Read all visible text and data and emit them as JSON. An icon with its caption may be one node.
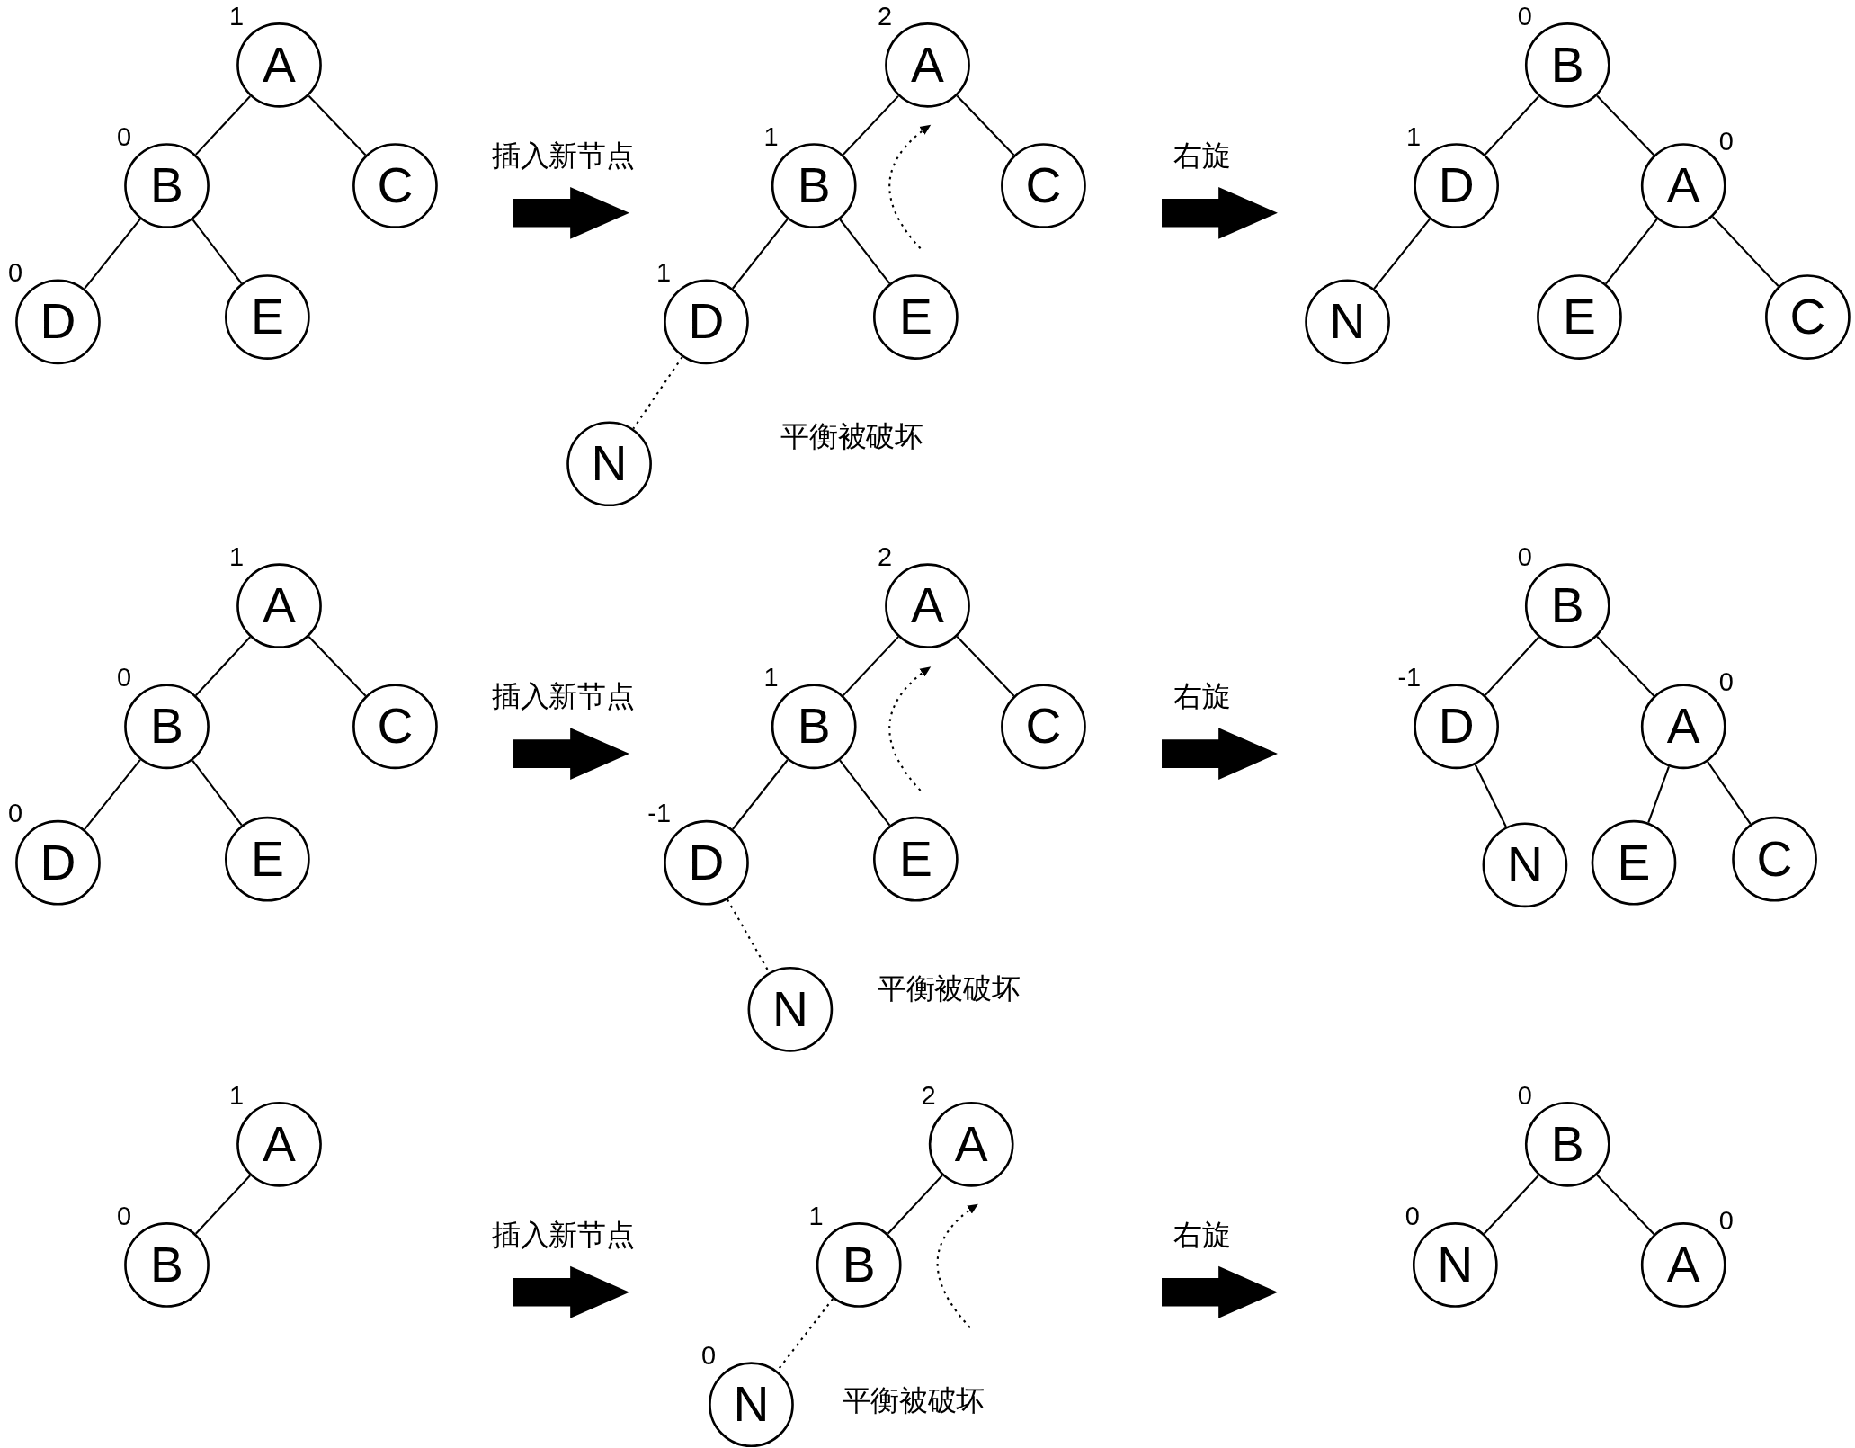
{
  "diagram": {
    "nodes": [
      {
        "text": [
          "A"
        ],
        "beside": [
          "1"
        ]
      },
      {
        "text": [
          "B"
        ],
        "beside": [
          "0"
        ]
      },
      {
        "text": [
          "C"
        ]
      },
      {
        "text": [
          "D"
        ],
        "beside": [
          "0"
        ]
      },
      {
        "text": [
          "E"
        ]
      },
      {
        "text": [
          "A"
        ],
        "beside": [
          "2"
        ]
      },
      {
        "text": [
          "B"
        ],
        "beside": [
          "1"
        ]
      },
      {
        "text": [
          "C"
        ]
      },
      {
        "text": [
          "D"
        ],
        "beside": [
          "1"
        ]
      },
      {
        "text": [
          "E"
        ]
      },
      {
        "text": [
          "N"
        ]
      },
      {
        "text": [
          "B"
        ],
        "beside": [
          "0"
        ]
      },
      {
        "text": [
          "D"
        ],
        "beside": [
          "1"
        ]
      },
      {
        "text": [
          "A"
        ],
        "beside": [
          "0"
        ]
      },
      {
        "text": [
          "N"
        ]
      },
      {
        "text": [
          "E"
        ]
      },
      {
        "text": [
          "C"
        ]
      },
      {
        "text": [
          "A"
        ],
        "beside": [
          "1"
        ]
      },
      {
        "text": [
          "B"
        ],
        "beside": [
          "0"
        ]
      },
      {
        "text": [
          "C"
        ]
      },
      {
        "text": [
          "D"
        ],
        "beside": [
          "0"
        ]
      },
      {
        "text": [
          "E"
        ]
      },
      {
        "text": [
          "A"
        ],
        "beside": [
          "2"
        ]
      },
      {
        "text": [
          "B"
        ],
        "beside": [
          "1"
        ]
      },
      {
        "text": [
          "C"
        ]
      },
      {
        "text": [
          "D"
        ],
        "beside": [
          "-1"
        ]
      },
      {
        "text": [
          "E"
        ]
      },
      {
        "text": [
          "N"
        ]
      },
      {
        "text": [
          "B"
        ],
        "beside": [
          "0"
        ]
      },
      {
        "text": [
          "D"
        ],
        "beside": [
          "-1"
        ]
      },
      {
        "text": [
          "A"
        ],
        "beside": [
          "0"
        ]
      },
      {
        "text": [
          "N"
        ]
      },
      {
        "text": [
          "E"
        ]
      },
      {
        "text": [
          "C"
        ]
      },
      {
        "text": [
          "A"
        ],
        "beside": [
          "1"
        ]
      },
      {
        "text": [
          "B"
        ],
        "beside": [
          "0"
        ]
      },
      {
        "text": [
          "A"
        ],
        "beside": [
          "2"
        ]
      },
      {
        "text": [
          "B"
        ],
        "beside": [
          "1"
        ]
      },
      {
        "text": [
          "N"
        ],
        "beside": [
          "0"
        ]
      },
      {
        "text": [
          "B"
        ],
        "beside": [
          "0"
        ]
      },
      {
        "text": [
          "N"
        ],
        "beside": [
          "0"
        ]
      },
      {
        "text": [
          "A"
        ],
        "beside": [
          "0"
        ]
      }
    ],
    "edges": [
      {
        "from": 0,
        "to": 1,
        "arrow": "none"
      },
      {
        "from": 0,
        "to": 2,
        "arrow": "none"
      },
      {
        "from": 1,
        "to": 3,
        "arrow": "none"
      },
      {
        "from": 1,
        "to": 4,
        "arrow": "none"
      },
      {
        "from": 5,
        "to": 6,
        "arrow": "none"
      },
      {
        "from": 5,
        "to": 7,
        "arrow": "none"
      },
      {
        "from": 6,
        "to": 8,
        "arrow": "none"
      },
      {
        "from": 6,
        "to": 9,
        "arrow": "none"
      },
      {
        "from": 8,
        "to": 10,
        "arrow": "none",
        "style": "dashed"
      },
      {
        "from": 11,
        "to": 12,
        "arrow": "none"
      },
      {
        "from": 11,
        "to": 13,
        "arrow": "none"
      },
      {
        "from": 12,
        "to": 14,
        "arrow": "none"
      },
      {
        "from": 13,
        "to": 15,
        "arrow": "none"
      },
      {
        "from": 13,
        "to": 16,
        "arrow": "none"
      },
      {
        "from": 17,
        "to": 18,
        "arrow": "none"
      },
      {
        "from": 17,
        "to": 19,
        "arrow": "none"
      },
      {
        "from": 18,
        "to": 20,
        "arrow": "none"
      },
      {
        "from": 18,
        "to": 21,
        "arrow": "none"
      },
      {
        "from": 22,
        "to": 23,
        "arrow": "none"
      },
      {
        "from": 22,
        "to": 24,
        "arrow": "none"
      },
      {
        "from": 23,
        "to": 25,
        "arrow": "none"
      },
      {
        "from": 23,
        "to": 26,
        "arrow": "none"
      },
      {
        "from": 25,
        "to": 27,
        "arrow": "none",
        "style": "dashed"
      },
      {
        "from": 28,
        "to": 29,
        "arrow": "none"
      },
      {
        "from": 28,
        "to": 30,
        "arrow": "none"
      },
      {
        "from": 29,
        "to": 31,
        "arrow": "none"
      },
      {
        "from": 30,
        "to": 32,
        "arrow": "none"
      },
      {
        "from": 30,
        "to": 33,
        "arrow": "none"
      },
      {
        "from": 34,
        "to": 35,
        "arrow": "none"
      },
      {
        "from": 36,
        "to": 37,
        "arrow": "none"
      },
      {
        "from": 37,
        "to": 38,
        "arrow": "none",
        "style": "dashed"
      },
      {
        "from": 39,
        "to": 40,
        "arrow": "none"
      },
      {
        "from": 39,
        "to": 41,
        "arrow": "none"
      }
    ],
    "labels": [
      "插入新节点",
      "右旋",
      "平衡被破坏",
      "插入新节点",
      "右旋",
      "平衡被破坏",
      "插入新节点",
      "右旋",
      "平衡被破坏"
    ]
  }
}
